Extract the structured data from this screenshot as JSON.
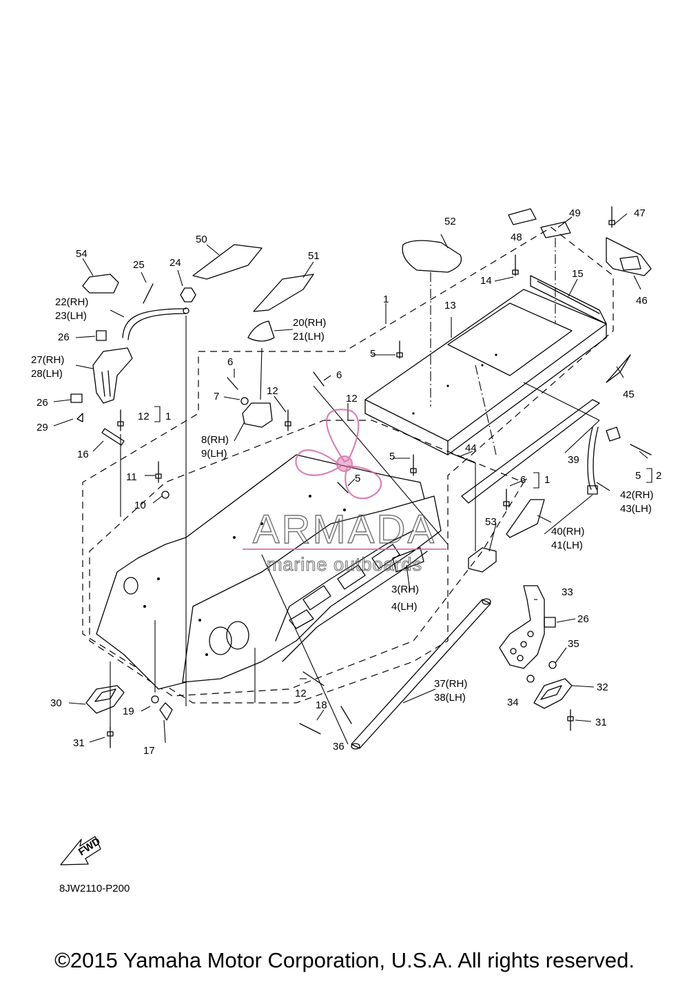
{
  "diagram": {
    "code": "8JW2110-P200",
    "fwd_label": "FWD",
    "copyright": "©2015 Yamaha Motor Corporation, U.S.A. All rights reserved.",
    "watermark": {
      "brand": "ARMADA",
      "tagline": "marine outboards",
      "color": "#d46aa6"
    },
    "callouts": [
      "1",
      "2",
      "3(RH)",
      "4(LH)",
      "5",
      "6",
      "7",
      "8(RH)",
      "9(LH)",
      "10",
      "11",
      "12",
      "13",
      "14",
      "15",
      "16",
      "17",
      "18",
      "19",
      "20(RH)",
      "21(LH)",
      "22(RH)",
      "23(LH)",
      "24",
      "25",
      "26",
      "27(RH)",
      "28(LH)",
      "29",
      "30",
      "31",
      "32",
      "33",
      "34",
      "35",
      "36",
      "37(RH)",
      "38(LH)",
      "39",
      "40(RH)",
      "41(LH)",
      "42(RH)",
      "43(LH)",
      "44",
      "45",
      "46",
      "47",
      "48",
      "49",
      "50",
      "51",
      "52",
      "53",
      "54"
    ]
  }
}
